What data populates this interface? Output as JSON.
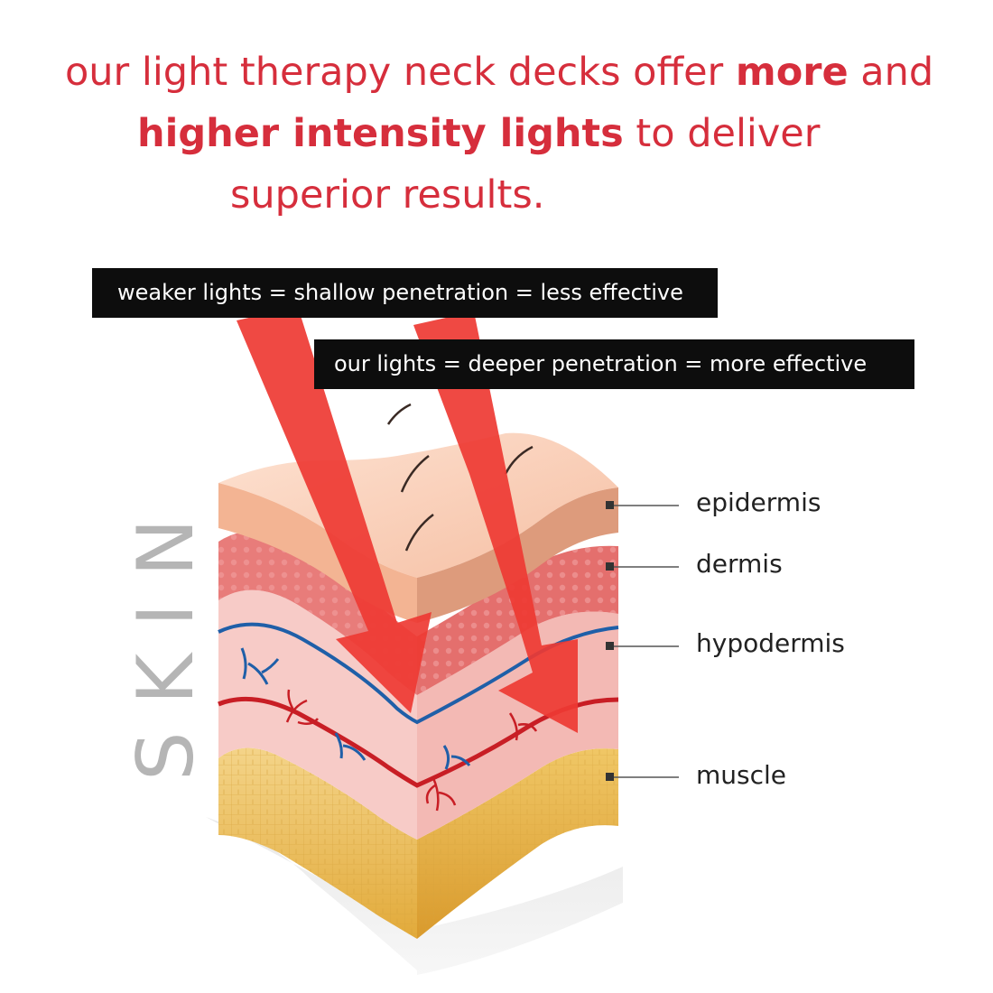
{
  "headline": {
    "line1_a": "our light therapy neck decks offer ",
    "line1_b": "more",
    "line1_c": " and",
    "line2_a": "higher intensity lights",
    "line2_b": " to deliver",
    "line3": "superior results."
  },
  "callouts": {
    "weak": "weaker lights = shallow penetration = less effective",
    "strong": "our lights = deeper penetration = more effective"
  },
  "side_label": "SKIN",
  "layers": {
    "epidermis": "epidermis",
    "dermis": "dermis",
    "hypodermis": "hypodermis",
    "muscle": "muscle"
  },
  "colors": {
    "headline": "#d62e3c",
    "arrow": "#ee3a33",
    "callout_bg": "#0d0d0d",
    "epidermis": "#f7c8b0",
    "dermis": "#e36d6d",
    "hypodermis": "#f6c2be",
    "muscle": "#e8b94c",
    "vein": "#1f5fa8",
    "artery": "#c81e25"
  }
}
